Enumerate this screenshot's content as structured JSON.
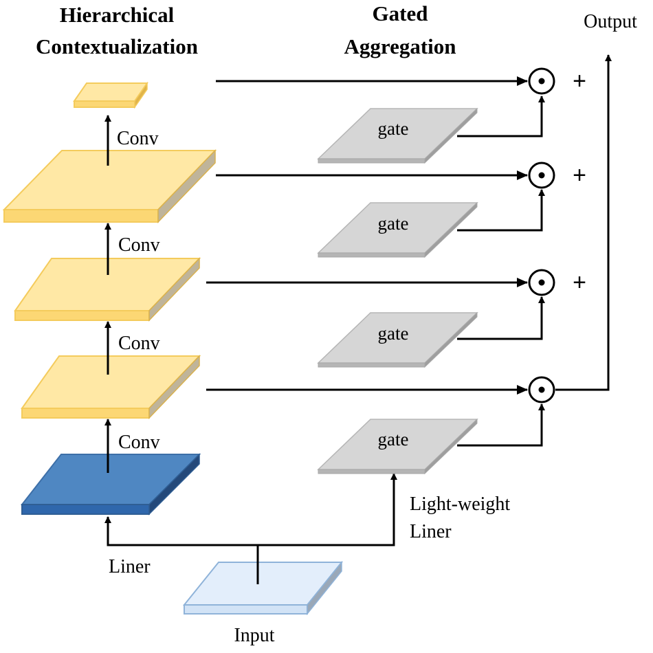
{
  "headers": {
    "hierarchical_line1": "Hierarchical",
    "hierarchical_line2": "Contextualization",
    "gated_line1": "Gated",
    "gated_line2": "Aggregation",
    "output": "Output"
  },
  "conv_labels": [
    "Conv",
    "Conv",
    "Conv",
    "Conv"
  ],
  "gate_label": "gate",
  "operator_symbol": "⊙",
  "plus_symbol": "+",
  "liner_label": "Liner",
  "light_weight_label_line1": "Light-weight",
  "light_weight_label_line2": "Liner",
  "input_label": "Input",
  "colors": {
    "context_layer_fill": "#FFE8A5",
    "context_layer_edge": "#F4CB5C",
    "base_layer_fill": "#4F87C2",
    "base_layer_edge": "#2F5E94",
    "gate_fill": "#D6D6D6",
    "gate_edge": "#A8A8A8",
    "input_fill": "#E3EEFB",
    "input_edge": "#8FB3D9"
  }
}
